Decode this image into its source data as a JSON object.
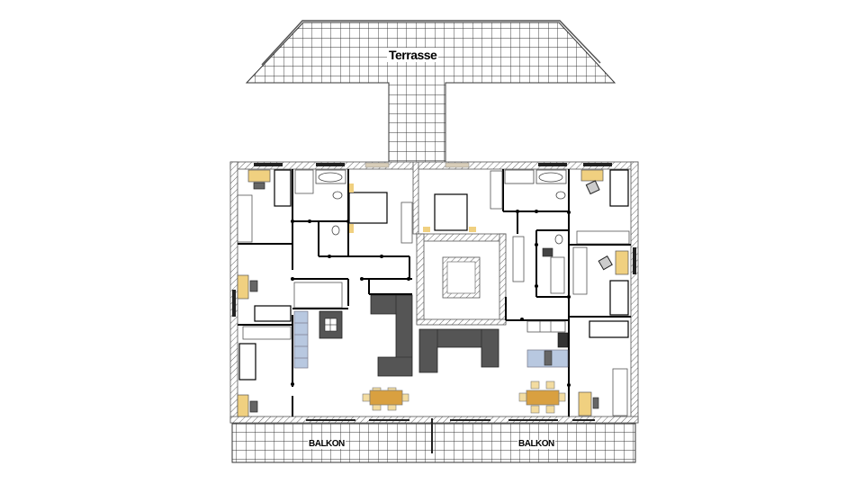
{
  "plan": {
    "type": "floor-plan",
    "labels": {
      "terrace": "Terrasse",
      "balcony_left": "BALKON",
      "balcony_right": "BALKON"
    },
    "colors": {
      "wall": "#000000",
      "hatch": "#555555",
      "desk": "#f0d080",
      "table": "#d9a040",
      "chair": "#f3dca0",
      "sofa": "#555555",
      "kitchen": "#b8c8e0",
      "window": "#222222",
      "grid": "#444444"
    },
    "apartments": [
      {
        "side": "left",
        "rooms": [
          "bedroom",
          "office",
          "bathroom",
          "wc",
          "bedroom-master",
          "hall",
          "kitchen",
          "living-dining",
          "office",
          "office"
        ]
      },
      {
        "side": "right",
        "rooms": [
          "bedroom-master",
          "bathroom",
          "wc",
          "office",
          "office",
          "hall",
          "kitchen",
          "living-dining",
          "office"
        ]
      }
    ]
  }
}
